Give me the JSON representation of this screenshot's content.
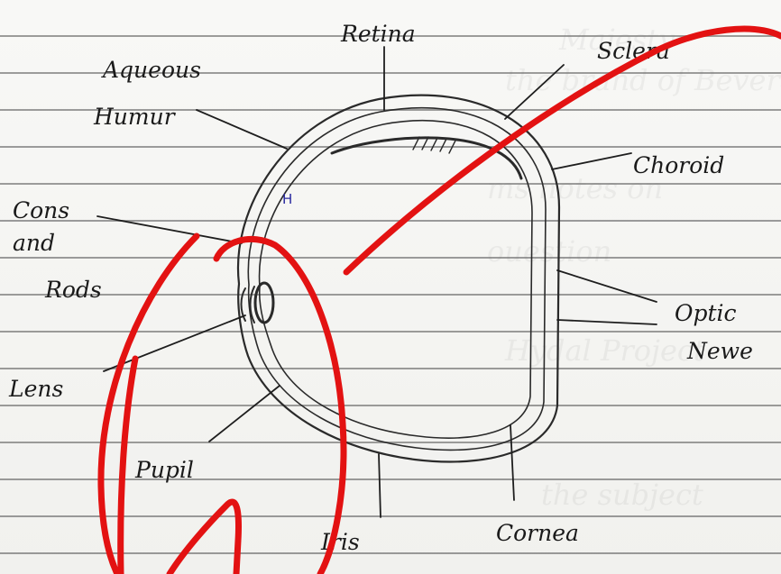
{
  "diagram": {
    "labels": {
      "retina": "Retina",
      "sclera": "Sclera",
      "aqueous_line1": "Aqueous",
      "aqueous_line2": "Humur",
      "choroid": "Choroid",
      "cones_line1": "Cons",
      "cones_line2": "and",
      "cones_line3": "Rods",
      "optic_line1": "Optic",
      "optic_line2": "Newe",
      "lens": "Lens",
      "pupil": "Pupil",
      "iris": "Iris",
      "cornea": "Cornea"
    },
    "inner_mark": "H",
    "colors": {
      "pencil": "#2a2a2a",
      "red_marker": "#e31212",
      "blue_mark": "#2a2aa0",
      "paper": "#f7f7f5",
      "rule_line": "#555555"
    }
  }
}
